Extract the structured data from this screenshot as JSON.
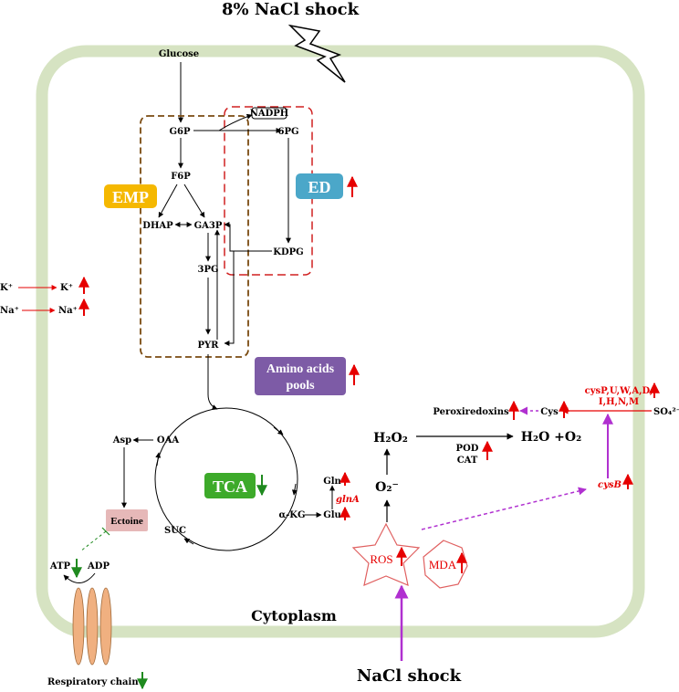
{
  "title": "8% NaCl shock",
  "bottom_label": "NaCl shock",
  "cytoplasm_label": "Cytoplasm",
  "metabolites": {
    "glucose": "Glucose",
    "g6p": "G6P",
    "pg6": "6PG",
    "nadph": "NADPH",
    "f6p": "F6P",
    "dhap": "DHAP",
    "ga3p": "GA3P",
    "kdpg": "KDPG",
    "pg3": "3PG",
    "pyr": "PYR",
    "asp": "Asp",
    "oaa": "OAA",
    "akg": "α-KG",
    "suc": "SUC",
    "gln": "Gln",
    "glu": "Glu",
    "glna": "glnA",
    "atp": "ATP",
    "adp": "ADP",
    "respiratory_chain": "Respiratory chain",
    "h2o2": "H₂O₂",
    "h2o_o2": "H₂O +O₂",
    "superoxide": "O₂⁻",
    "pod": "POD",
    "cat": "CAT",
    "peroxiredoxins": "Peroxiredoxins",
    "cys": "Cys",
    "so4": "SO₄²⁻",
    "cysb": "cysB",
    "cys_genes_1": "cysP,U,W,A,D,",
    "cys_genes_2": "I,H,N,M",
    "k_out": "K⁺",
    "k_in": "K⁺",
    "na_out": "Na⁺",
    "na_in": "Na⁺"
  },
  "boxes": {
    "emp": "EMP",
    "ed": "ED",
    "tca": "TCA",
    "amino_acids_1": "Amino acids",
    "amino_acids_2": "pools",
    "ectoine": "Ectoine",
    "ros": "ROS",
    "mda": "MDA"
  },
  "colors": {
    "membrane": "#d6e3c2",
    "up_arrow": "#e60000",
    "down_arrow": "#1f8a1f",
    "emp_box": "#f5b800",
    "ed_box": "#4ba7c9",
    "tca_box": "#3daa2a",
    "amino_box": "#7d5ba6",
    "ectoine_box": "#e6b8b8",
    "ros_outline": "#e06060",
    "emp_frame": "#7a4a10",
    "ed_frame": "#d02020",
    "magenta": "#b030d0",
    "porin": "#f0b080"
  }
}
